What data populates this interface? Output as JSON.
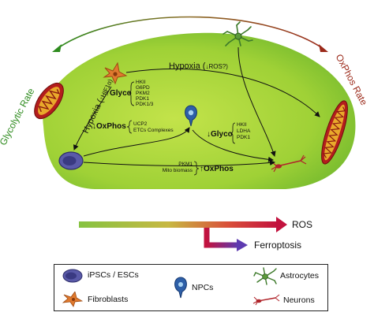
{
  "rate_labels": {
    "left": "Glycolytic Rate",
    "right": "OxPhos Rate"
  },
  "hypoxia_top": {
    "prefix": "Hypoxia (",
    "arrow": "↓",
    "rest": "ROS?)"
  },
  "hypoxia_left": {
    "prefix": "Hypoxia (",
    "arrow": "↑",
    "rest": "HIF1α)"
  },
  "upper_pathway": {
    "arrow": "↑",
    "label": "Glyco",
    "genes": [
      "HKII",
      "G6PD",
      "PKM2",
      "PDK1",
      "PDK1/3"
    ]
  },
  "lower_pathway": {
    "arrow": "↓",
    "label": "OxPhos",
    "genes": [
      "UCP2",
      "ETCs Complexes"
    ]
  },
  "right_pathway": {
    "arrow": "↓",
    "label": "Glyco",
    "genes": [
      "HKII",
      "LDHA",
      "PDK1"
    ]
  },
  "bottom_pathway": {
    "genes": [
      "PKM1",
      "Mito biomass"
    ],
    "arrow": "↑",
    "label": "OxPhos"
  },
  "outputs": {
    "ros": "ROS",
    "ferroptosis": "Ferroptosis"
  },
  "legend": {
    "ipsc": "iPSCs / ESCs",
    "npc": "NPCs",
    "astro": "Astrocytes",
    "fibro": "Fibroblasts",
    "neuron": "Neurons"
  },
  "colors": {
    "glycolytic": "#2e8b1e",
    "oxphos": "#9b2a1a",
    "green_region": "#a9d63c",
    "ros_arrow": "#c2123e",
    "ferro_arrow": "#6a3aa6",
    "ipsc": "#5a5aa8",
    "fibroblast": "#e07a2e",
    "npc": "#2e5fa8",
    "astrocyte": "#3d7a2a",
    "neuron": "#b0242a"
  }
}
